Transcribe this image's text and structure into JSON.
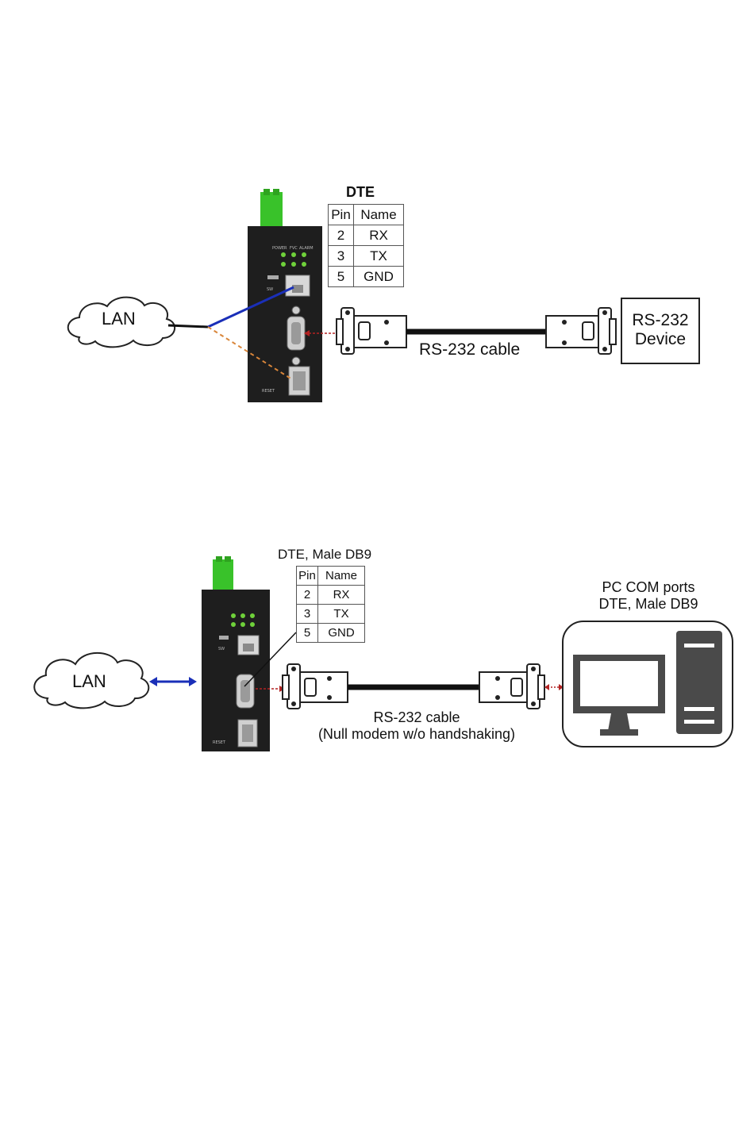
{
  "diagram_1": {
    "cloud_label": "LAN",
    "table_title": "DTE",
    "table_headers": [
      "Pin",
      "Name"
    ],
    "table_rows": [
      [
        "2",
        "RX"
      ],
      [
        "3",
        "TX"
      ],
      [
        "5",
        "GND"
      ]
    ],
    "cable_label": "RS-232 cable",
    "device_label_line1": "RS-232",
    "device_label_line2": "Device",
    "unit_text": {
      "power": "POWER",
      "fvc": "FVC",
      "alarm": "ALARM",
      "sw": "SW",
      "reset": "RESET"
    }
  },
  "diagram_2": {
    "cloud_label": "LAN",
    "table_title": "DTE, Male DB9",
    "table_headers": [
      "Pin",
      "Name"
    ],
    "table_rows": [
      [
        "2",
        "RX"
      ],
      [
        "3",
        "TX"
      ],
      [
        "5",
        "GND"
      ]
    ],
    "cable_label_line1": "RS-232 cable",
    "cable_label_line2": "(Null modem w/o handshaking)",
    "pc_label_line1": "PC COM ports",
    "pc_label_line2": "DTE, Male DB9",
    "unit_text": {
      "sw": "SW",
      "reset": "RESET"
    }
  },
  "colors": {
    "device_body": "#1e1e1e",
    "terminal_green": "#39c22a",
    "led_green": "#6fd13a",
    "ethernet_blue": "#1a2fb8",
    "fiber_orange": "#d9863a",
    "serial_red": "#b22222",
    "pc_gray": "#4a4a4a"
  }
}
